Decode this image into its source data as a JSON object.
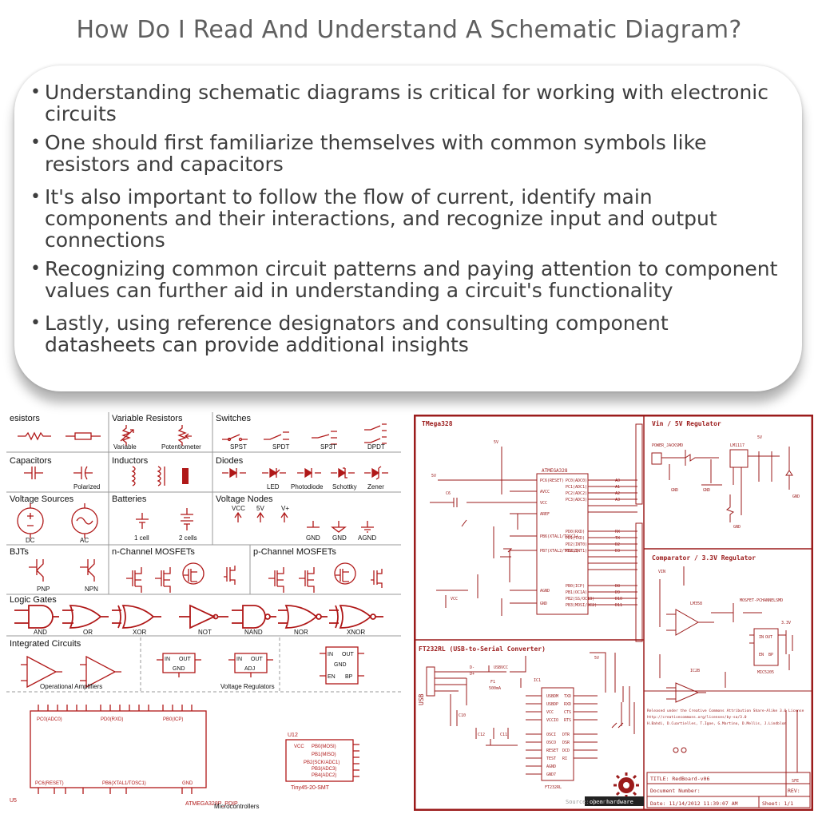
{
  "title": "How Do I Read And Understand A Schematic Diagram?",
  "bullets": [
    "Understanding schematic diagrams is critical for working with electronic circuits",
    "One should first familiarize themselves with common symbols like resistors and capacitors",
    "It's also important to follow the flow of current, identify main components and their interactions, and recognize input and output connections",
    "Recognizing common circuit patterns and paying attention to component values can further aid in understanding a circuit's functionality",
    "Lastly, using reference designators and consulting component datasheets can provide additional insights"
  ],
  "symbols_chart": {
    "cells": {
      "resistors": "esistors",
      "variable_resistors": "Variable Resistors",
      "switches": "Switches",
      "capacitors": "Capacitors",
      "inductors": "Inductors",
      "diodes": "Diodes",
      "voltage_sources": "Voltage Sources",
      "batteries": "Batteries",
      "voltage_nodes": "Voltage Nodes",
      "bjts": "BJTs",
      "n_mosfets": "n-Channel MOSFETs",
      "p_mosfets": "p-Channel MOSFETs",
      "logic_gates": "Logic Gates",
      "integrated_circuits": "Integrated Circuits"
    },
    "labels": {
      "variable": "Variable",
      "potentiometer": "Potentiometer",
      "spst": "SPST",
      "spdt": "SPDT",
      "sp3t": "SP3T",
      "dpdt": "DPDT",
      "polarized": "Polarized",
      "led": "LED",
      "photodiode": "Photodiode",
      "schottky": "Schottky",
      "zener": "Zener",
      "dc": "DC",
      "ac": "AC",
      "one_cell": "1 cell",
      "two_cells": "2 cells",
      "vcc": "VCC",
      "five_v": "5V",
      "vplus": "V+",
      "gnd": "GND",
      "agnd": "AGND",
      "pnp": "PNP",
      "npn": "NPN",
      "and": "AND",
      "or": "OR",
      "xor": "XOR",
      "not": "NOT",
      "nand": "NAND",
      "nor": "NOR",
      "xnor": "XNOR",
      "op_amps": "Operational Amplifiers",
      "voltage_regulators": "Voltage Regulators",
      "microcontrollers": "Microcontrollers",
      "reg_in": "IN",
      "reg_out": "OUT",
      "reg_gnd": "GND",
      "reg_adj": "ADJ",
      "reg_en": "EN",
      "reg_bp": "BP",
      "u12": "U12",
      "tiny45": "Tiny45-20-SMT",
      "atmega_pdip": "ATMEGA328P_PDIP",
      "u5": "U5"
    }
  },
  "redboard": {
    "atmega_title": "TMega328",
    "regulator_title": "Vin / 5V Regulator",
    "comparator_title": "Comparator / 3.3V Regulator",
    "ft232_title": "FT232RL (USB-to-Serial Converter)",
    "ft232_part": "FT232RL",
    "chip_label": "ATMEGA328",
    "license_line1": "Released under the Creative Commons Attribution Share-Alike 3.0 License",
    "license_line2": "http://creativecommons.org/licenses/by-sa/3.0",
    "license_line3": "H.Bahdi, D.Cuartielles, T.Igoe, G.Martino, D.Mellis, J.Lindblom",
    "title_block": "TITLE: RedBoard-v06",
    "document_number": "Document Number:",
    "rev": "REV:",
    "date": "Date: 11/14/2012 11:39:07 AM",
    "sheet": "Sheet: 1/1",
    "sfe": "SFE",
    "source": "Source: learn",
    "open_hardware": "open hardware",
    "usb": "USB",
    "lm358": "LM358"
  },
  "colors": {
    "title_text": "#5f5f5f",
    "body_text": "#3e3e3e",
    "schematic_red": "#9b1b1b",
    "symbol_red": "#b01818",
    "grid_line": "#999999"
  }
}
